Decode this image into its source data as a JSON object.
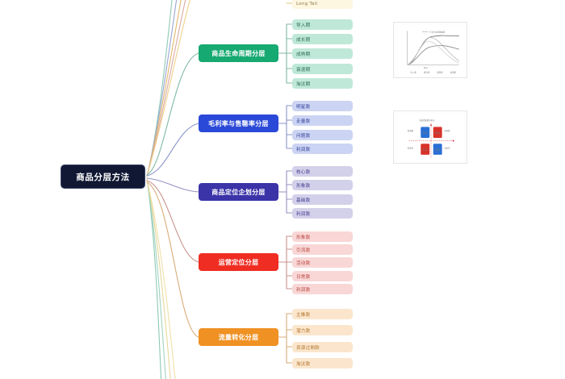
{
  "mindmap": {
    "root": {
      "label": "商品分层方法",
      "color": "#111833"
    },
    "top_partial_node": {
      "label": "Long Tail",
      "color": "#fdf6e0",
      "text_color": "#8a7a4a"
    },
    "branches": [
      {
        "id": "lifecycle",
        "label": "商品生命周期分层",
        "color": "#16a971",
        "child_bg": "#bfe8d8",
        "child_text": "#2a6b55",
        "line_color": "#5aa58c",
        "children": [
          {
            "label": "导入期"
          },
          {
            "label": "成长期"
          },
          {
            "label": "成熟期"
          },
          {
            "label": "衰退期"
          },
          {
            "label": "淘汰期"
          }
        ]
      },
      {
        "id": "margin-sellthrough",
        "label": "毛利率与售罄率分层",
        "color": "#2b49d8",
        "child_bg": "#ccd4f3",
        "child_text": "#33409b",
        "line_color": "#7b84c4",
        "children": [
          {
            "label": "明星款"
          },
          {
            "label": "走量款"
          },
          {
            "label": "问题款"
          },
          {
            "label": "利润款"
          }
        ]
      },
      {
        "id": "positioning-plan",
        "label": "商品定位企划分层",
        "color": "#3b33a8",
        "child_bg": "#d3d0ea",
        "child_text": "#413a8d",
        "line_color": "#8b86bd",
        "children": [
          {
            "label": "核心款"
          },
          {
            "label": "形象款"
          },
          {
            "label": "基础款"
          },
          {
            "label": "利润款"
          }
        ]
      },
      {
        "id": "operations-positioning",
        "label": "运营定位分层",
        "color": "#ef2d22",
        "child_bg": "#f8d7d6",
        "child_text": "#b8433c",
        "line_color": "#c98b86",
        "children": [
          {
            "label": "形象款"
          },
          {
            "label": "引流款"
          },
          {
            "label": "活动款"
          },
          {
            "label": "日常款"
          },
          {
            "label": "利润款"
          }
        ]
      },
      {
        "id": "traffic-conversion",
        "label": "流量转化分层",
        "color": "#ef9123",
        "child_bg": "#fbe6cd",
        "child_text": "#b3762c",
        "line_color": "#d3a濃76",
        "children": [
          {
            "label": "主推款"
          },
          {
            "label": "潜力款"
          },
          {
            "label": "资源过剩款"
          },
          {
            "label": "淘汰款"
          }
        ]
      }
    ],
    "thumbnails": [
      {
        "id": "lifecycle-curve",
        "type": "line-chart",
        "name": "product-lifecycle-curve-thumbnail"
      },
      {
        "id": "quadrant-matrix",
        "type": "matrix-diagram",
        "name": "quadrant-matrix-thumbnail"
      }
    ]
  }
}
